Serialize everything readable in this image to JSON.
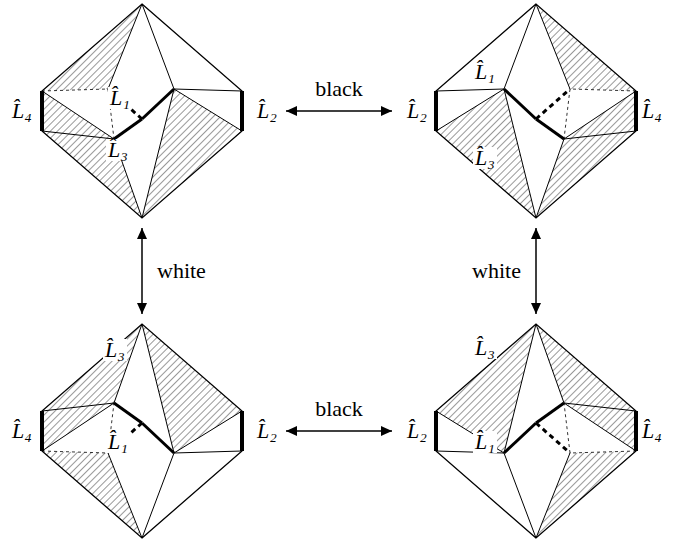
{
  "diagram": {
    "nodes": [
      {
        "text": [
          "L̂₁",
          "L̂₄",
          "L̂₂",
          "L̂₃"
        ]
      },
      {
        "text": [
          "L̂₁",
          "L̂₂",
          "L̂₄",
          "L̂₃"
        ]
      },
      {
        "text": [
          "L̂₃",
          "L̂₄",
          "L̂₂",
          "L̂₁"
        ]
      },
      {
        "text": [
          "L̂₃",
          "L̂₂",
          "L̂₄",
          "L̂₁"
        ]
      }
    ],
    "edges": [
      {
        "from": 0,
        "to": 1,
        "arrow": "both",
        "label": "black"
      },
      {
        "from": 0,
        "to": 2,
        "arrow": "both",
        "label": "white"
      },
      {
        "from": 1,
        "to": 3,
        "arrow": "both",
        "label": "white"
      },
      {
        "from": 2,
        "to": 3,
        "arrow": "both",
        "label": "black"
      }
    ]
  }
}
